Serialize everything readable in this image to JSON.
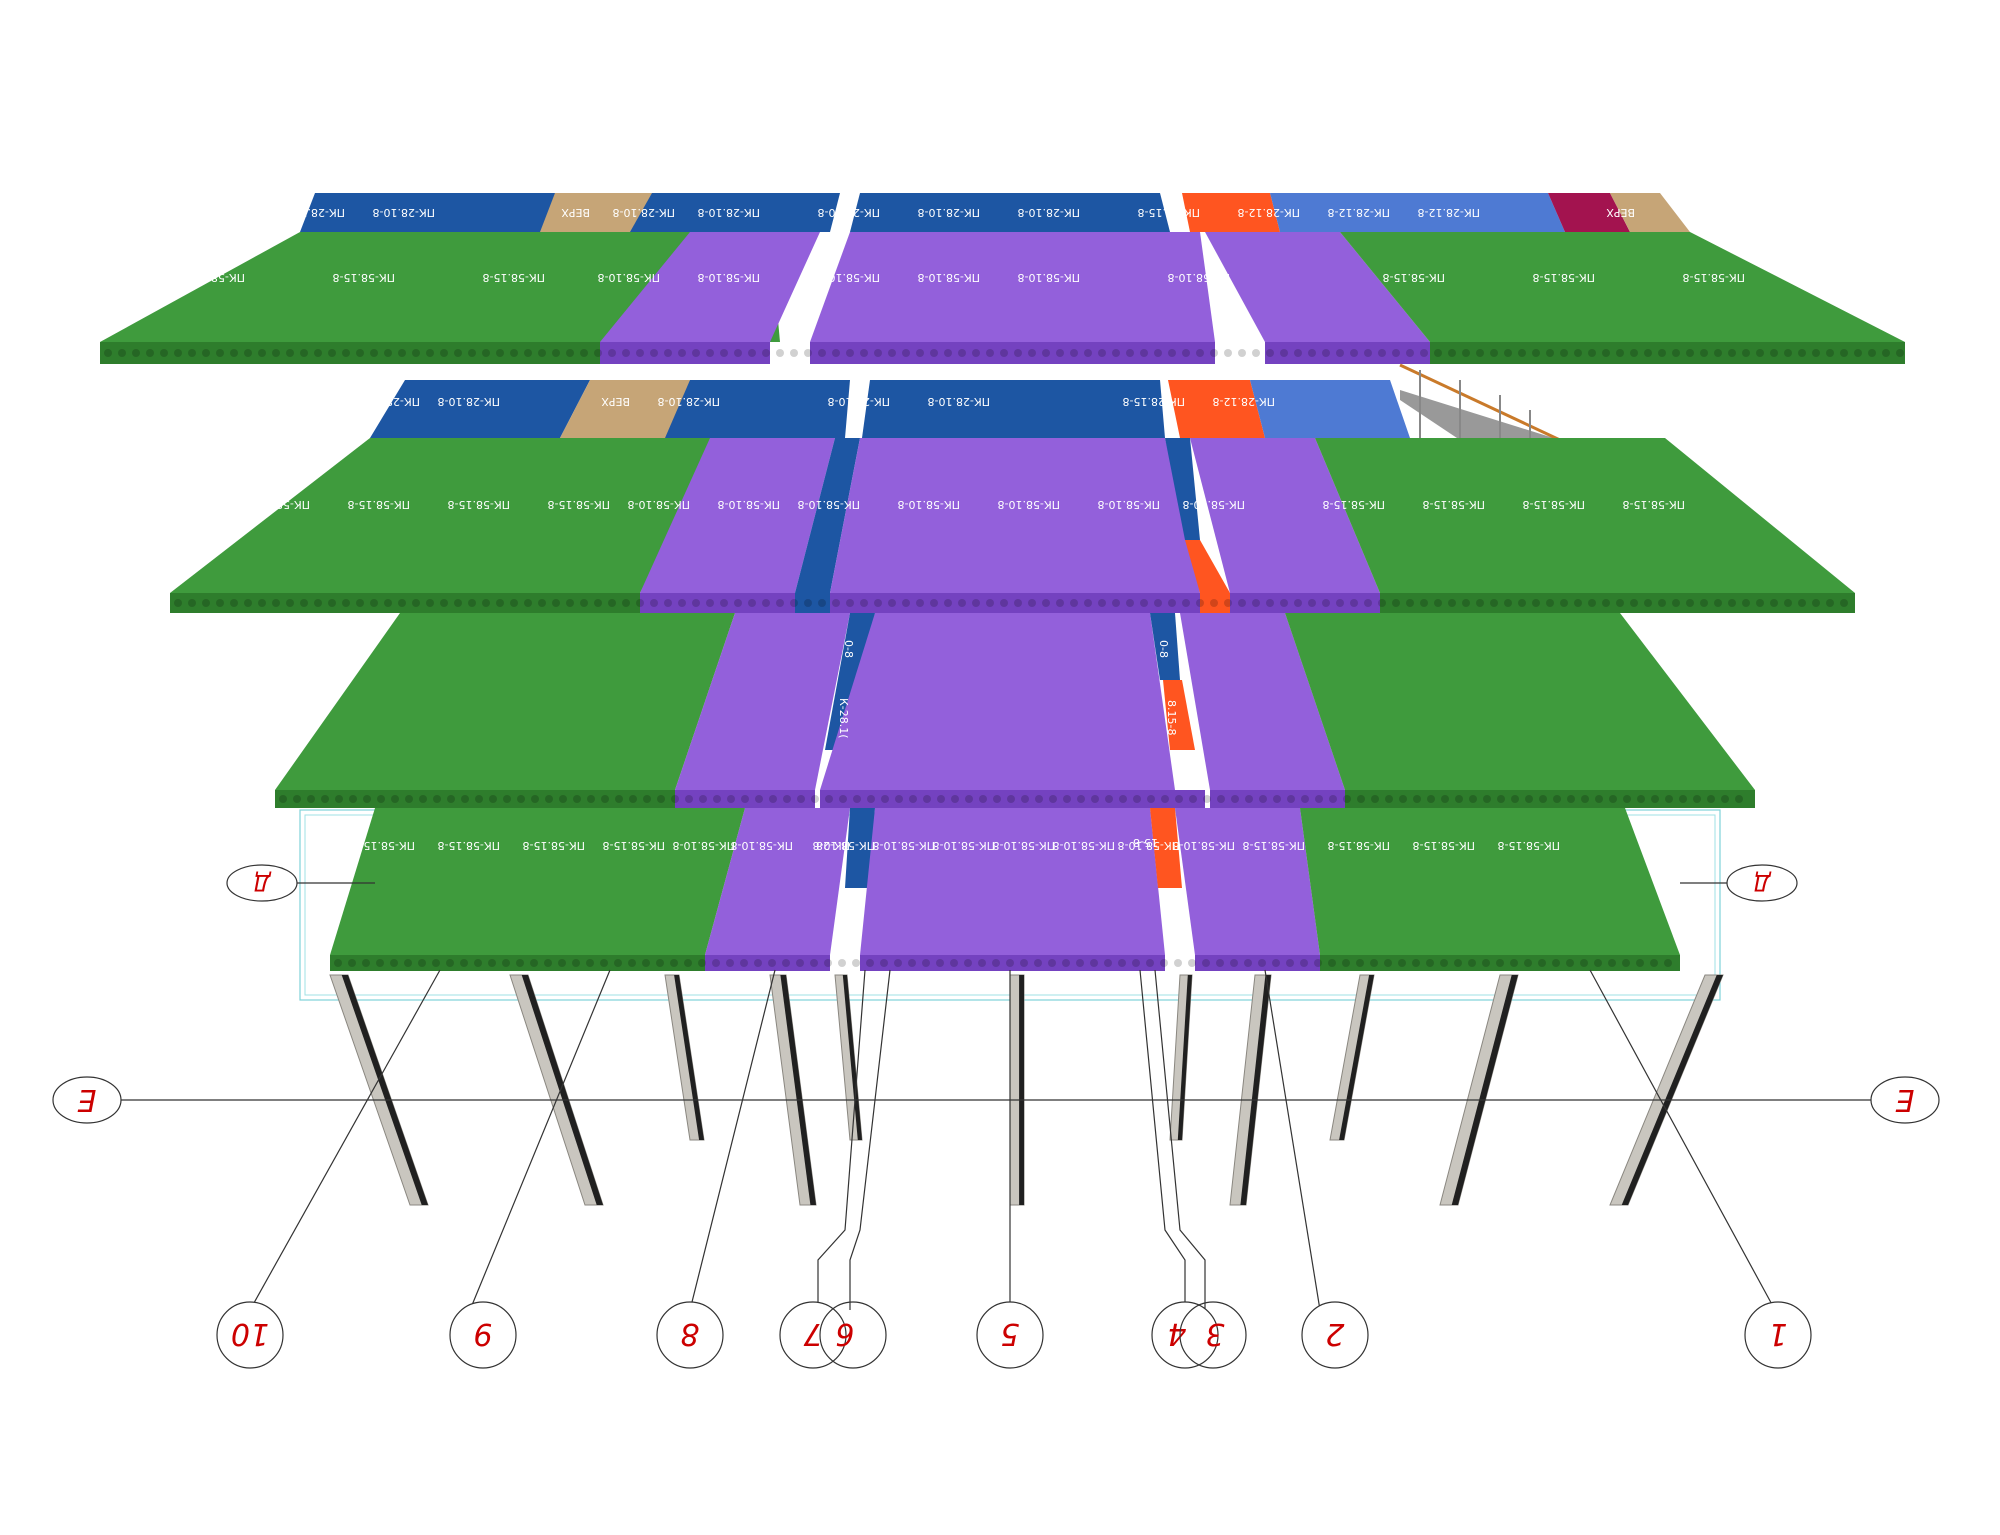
{
  "diagram": {
    "colors": {
      "green_slab": "#3f9b3d",
      "green_edge": "#2e7d2c",
      "purple_slab": "#9360db",
      "purple_edge": "#7442c0",
      "dark_blue_slab": "#1d56a3",
      "light_blue_slab": "#4e7ad3",
      "orange_slab": "#ff5520",
      "tan_slab": "#c6a577",
      "crimson_slab": "#a3134f",
      "column": "#c9c6bf",
      "column_dark": "#202020",
      "axis_bubble": "#cc0000"
    },
    "slab_labels": {
      "green": "ПК-58.15-8",
      "purple": "ПК-58.10-8",
      "blue_top": "ПК-28.10-8",
      "blue_light": "ПК-28.12-8",
      "orange": "ПК-28.15-8",
      "tan": "ВЕРХ",
      "partial_a": "К-28.1(",
      "partial_b": "0-8",
      "partial_c": "8.15-8",
      "partial_d": "ПК-28",
      "partial_e": "15-8"
    },
    "axis_labels": {
      "columns": [
        "10",
        "9",
        "8",
        "7",
        "6",
        "5",
        "4",
        "3",
        "2",
        "1"
      ],
      "rows_left": [
        "Д",
        "Е"
      ],
      "rows_right": [
        "Д",
        "Е"
      ]
    }
  }
}
